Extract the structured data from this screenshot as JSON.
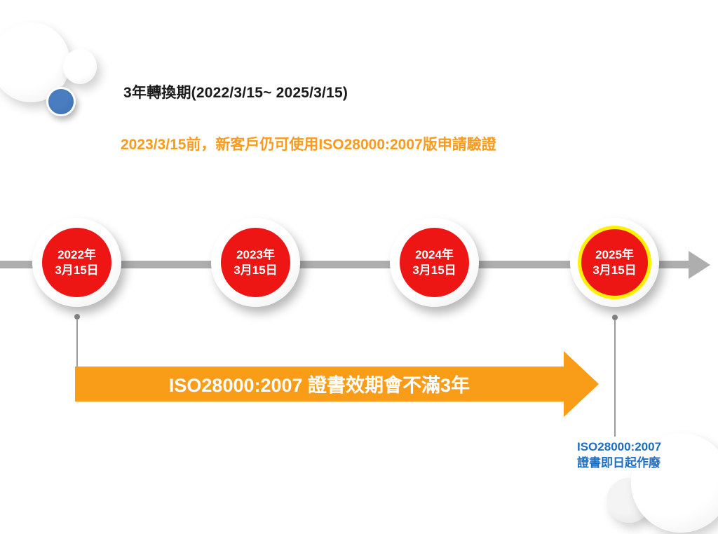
{
  "slide": {
    "title": "3年轉換期(2022/3/15~ 2025/3/15)",
    "subtitle": "2023/3/15前，新客戶仍可使用ISO28000:2007版申請驗證"
  },
  "timeline": {
    "milestones": [
      {
        "line1": "2022年",
        "line2": "3月15日",
        "highlight": false
      },
      {
        "line1": "2023年",
        "line2": "3月15日",
        "highlight": false
      },
      {
        "line1": "2024年",
        "line2": "3月15日",
        "highlight": false
      },
      {
        "line1": "2025年",
        "line2": "3月15日",
        "highlight": true
      }
    ]
  },
  "banner": {
    "label": "ISO28000:2007 證書效期會不滿3年"
  },
  "callout": {
    "line1": "ISO28000:2007",
    "line2": "證書即日起作廢"
  },
  "colors": {
    "milestone_red": "#ee1515",
    "highlight_ring_yellow": "#fff100",
    "banner_orange": "#f99c17",
    "subtitle_orange": "#f99b1c",
    "callout_blue": "#1d6ec1",
    "deco_circle_blue": "#3b70b6",
    "timeline_gray": "#aeaeae"
  }
}
